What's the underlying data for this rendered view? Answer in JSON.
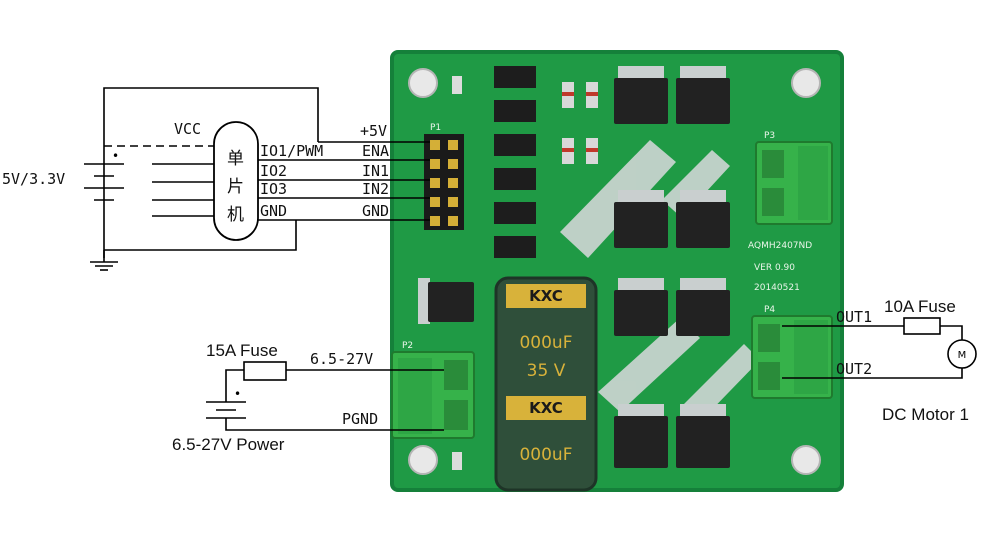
{
  "labels": {
    "supply_voltage": "5V/3.3V",
    "vcc": "VCC",
    "mcu_chars": [
      "单",
      "片",
      "机"
    ],
    "mcu_pins": [
      "IO1/PWM",
      "IO2",
      "IO3",
      "GND"
    ],
    "board_pins": [
      "+5V",
      "ENA",
      "IN1",
      "IN2",
      "GND"
    ],
    "fuse_15a": "15A Fuse",
    "power_in_top": "6.5-27V",
    "pgnd": "PGND",
    "power_label": "6.5-27V Power",
    "out1": "OUT1",
    "out2": "OUT2",
    "fuse_10a": "10A Fuse",
    "motor_symbol": "M",
    "motor_label": "DC Motor 1"
  },
  "board_silk": {
    "p1": "P1",
    "p2": "P2",
    "p3": "P3",
    "p4": "P4",
    "model": "AQMH2407ND",
    "version": "VER 0.90",
    "date": "20140521",
    "cap_text_1": "KXC",
    "cap_text_2": "000uF",
    "cap_text_3": "35 V"
  },
  "colors": {
    "pcb": "#1f9a45",
    "pcb_dark": "#15803a",
    "terminal": "#36b24a",
    "mosfet": "#222222",
    "capacitor": "#2f4f3a",
    "cap_band": "#d8b23a",
    "copper": "#cfd6d4"
  }
}
